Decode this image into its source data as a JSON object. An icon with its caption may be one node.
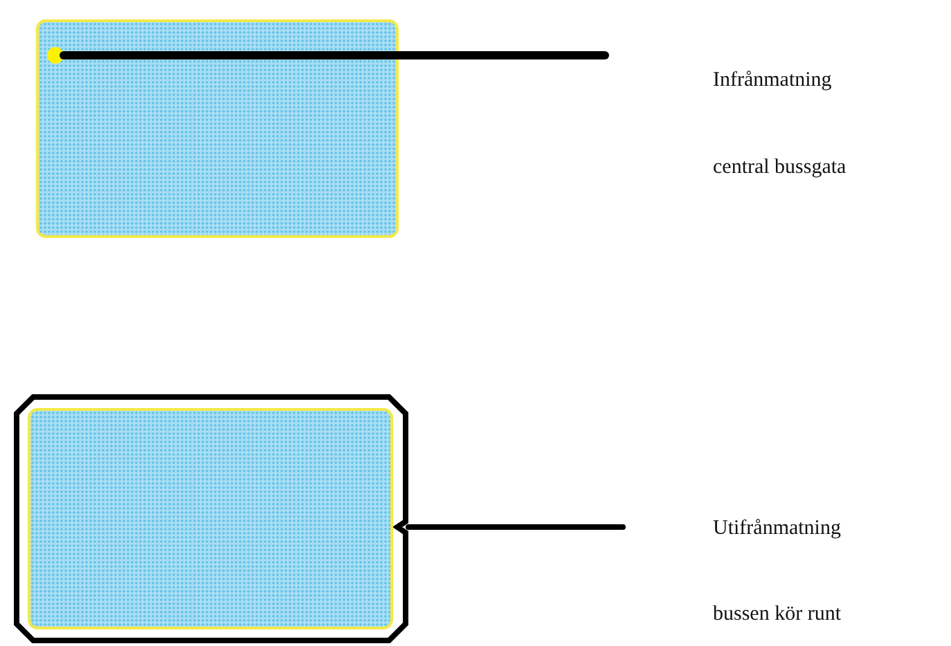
{
  "diagram": {
    "nodes": [
      {
        "text": [],
        "shape": "box"
      },
      {
        "text": [],
        "shape": "circle",
        "in": 0
      },
      {
        "text": [],
        "shape": "box"
      },
      {
        "text": [],
        "shape": "box",
        "in": 2
      }
    ],
    "edges": [
      {
        "from": 1,
        "to": null,
        "arrow": "none"
      },
      {
        "from": 2,
        "to": null,
        "arrow": "none"
      }
    ],
    "labels": [
      "Infrånmatning",
      "central bussgata",
      "Utifrånmatning",
      "bussen kör runt"
    ]
  }
}
